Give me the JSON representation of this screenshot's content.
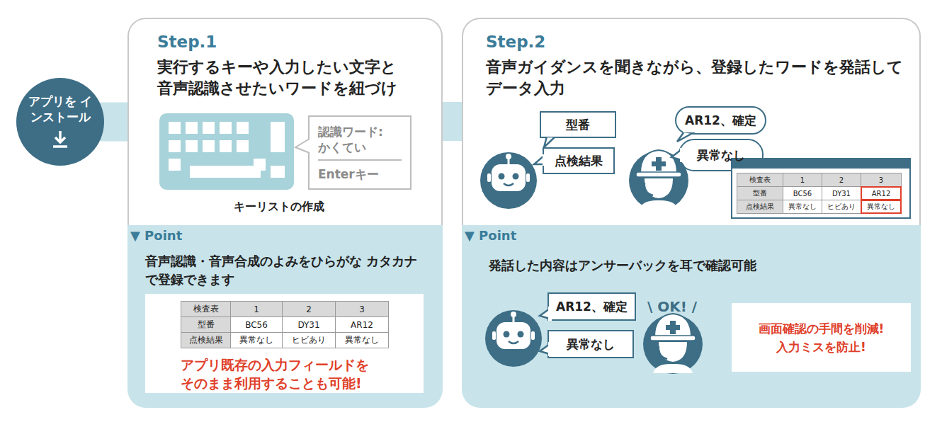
{
  "diagram": {
    "nodes": [
      {
        "text": [
          "アプリを インストール"
        ]
      },
      {
        "text": [
          "Step.1",
          "実行するキーや入力したい文字と 音声認識させたいワードを紐づけ"
        ]
      },
      {
        "text": [
          "認識ワード: かくてい",
          "Enterキー"
        ],
        "in": 1
      },
      {
        "text": [
          "▼ Point",
          "音声認識・音声合成のよみをひらがな カタカナで登録できます"
        ]
      },
      {
        "text": [
          "アプリ既存の入力フィールドを そのまま利用することも可能!"
        ],
        "in": 3
      },
      {
        "text": [
          "Step.2",
          "音声ガイダンスを聞きながら、登録したワードを発話して データ入力"
        ]
      },
      {
        "text": [
          "型番"
        ],
        "in": 5
      },
      {
        "text": [
          "点検結果"
        ],
        "in": 5
      },
      {
        "text": [
          "AR12、確定"
        ],
        "in": 5
      },
      {
        "text": [
          "異常なし"
        ],
        "in": 5
      },
      {
        "text": [
          "▼ Point",
          "発話した内容はアンサーバックを耳で確認可能"
        ]
      },
      {
        "text": [
          "AR12、確定"
        ],
        "in": 10
      },
      {
        "text": [
          "異常なし"
        ],
        "in": 10
      },
      {
        "text": [
          "画面確認の手間を削減! 入力ミスを防止!"
        ],
        "in": 10
      }
    ],
    "edges": [
      {
        "from": 0,
        "to": 1,
        "arrow": "none"
      },
      {
        "from": 1,
        "to": 5,
        "arrow": "none"
      }
    ],
    "labels": [
      "キーリストの作成",
      "検査表",
      "1",
      "2",
      "3",
      "型番",
      "BC56",
      "DY31",
      "AR12",
      "点検結果",
      "異常なし",
      "ヒビあり",
      "異常なし",
      "検査表",
      "1",
      "2",
      "3",
      "型番",
      "BC56",
      "DY31",
      "AR12",
      "点検結果",
      "異常なし",
      "ヒビあり",
      "異常なし",
      "\\ OK! /"
    ]
  }
}
